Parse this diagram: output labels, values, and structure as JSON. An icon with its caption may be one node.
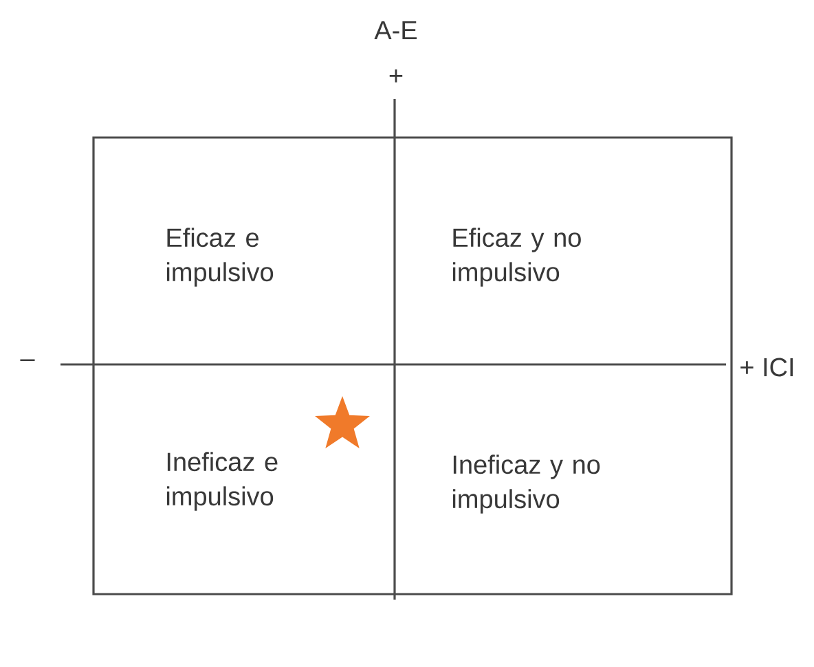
{
  "diagram": {
    "nodes": [
      {
        "text": [
          "Eficaz e impulsivo"
        ]
      },
      {
        "text": [
          "Eficaz y no impulsivo"
        ]
      },
      {
        "text": [
          "Ineficaz e impulsivo"
        ]
      },
      {
        "text": [
          "Ineficaz y no impulsivo"
        ]
      }
    ],
    "labels": [
      "A-E",
      "+",
      "–",
      "+ ICI"
    ]
  }
}
